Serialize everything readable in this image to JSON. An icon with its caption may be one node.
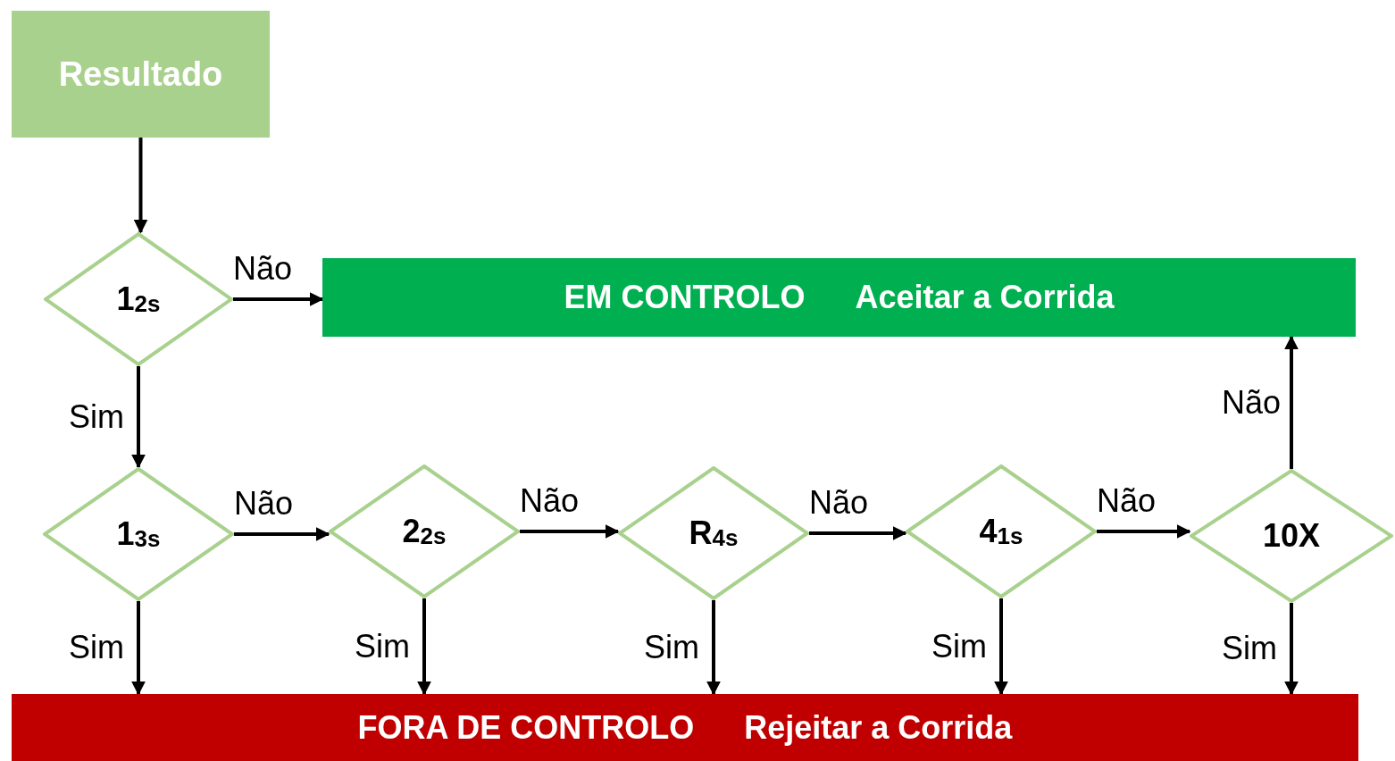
{
  "diagram": {
    "nodes": [
      {
        "text": [
          "Resultado"
        ]
      },
      {
        "text": [
          "1$_{2s}$"
        ]
      },
      {
        "text": [
          "EM CONTROLO",
          "Aceitar a Corrida"
        ]
      },
      {
        "text": [
          "1$_{3s}$"
        ]
      },
      {
        "text": [
          "2$_{2s}$"
        ]
      },
      {
        "text": [
          "R$_{4s}$"
        ]
      },
      {
        "text": [
          "4$_{1s}$"
        ]
      },
      {
        "text": [
          "10X"
        ]
      },
      {
        "text": [
          "FORA DE CONTROLO",
          "Rejeitar a Corrida"
        ]
      }
    ],
    "edges": [
      {
        "from": 0,
        "to": 1,
        "arrow": "to"
      },
      {
        "from": 1,
        "to": 2,
        "arrow": "to",
        "label": "Não"
      },
      {
        "from": 1,
        "to": 3,
        "arrow": "to",
        "label": "Sim"
      },
      {
        "from": 3,
        "to": 4,
        "arrow": "to",
        "label": "Não"
      },
      {
        "from": 4,
        "to": 5,
        "arrow": "to",
        "label": "Não"
      },
      {
        "from": 5,
        "to": 6,
        "arrow": "to",
        "label": "Não"
      },
      {
        "from": 6,
        "to": 7,
        "arrow": "to",
        "label": "Não"
      },
      {
        "from": 7,
        "to": 2,
        "arrow": "to",
        "label": "Não"
      },
      {
        "from": 3,
        "to": 8,
        "arrow": "to",
        "label": "Sim"
      },
      {
        "from": 4,
        "to": 8,
        "arrow": "to",
        "label": "Sim"
      },
      {
        "from": 5,
        "to": 8,
        "arrow": "to",
        "label": "Sim"
      },
      {
        "from": 6,
        "to": 8,
        "arrow": "to",
        "label": "Sim"
      },
      {
        "from": 7,
        "to": 8,
        "arrow": "to",
        "label": "Sim"
      }
    ]
  }
}
